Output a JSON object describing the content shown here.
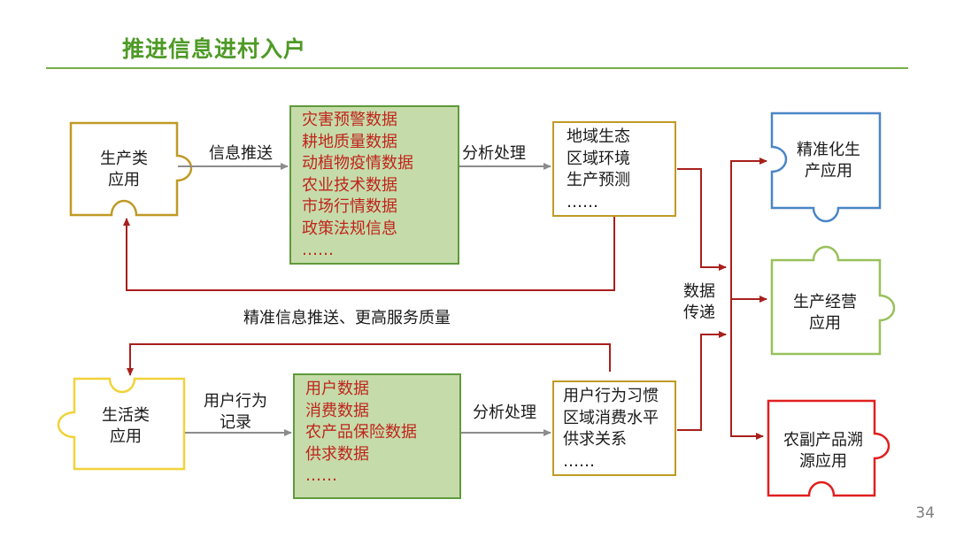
{
  "title": "推进信息进村入户",
  "page_number": "34",
  "top_flow": {
    "source": [
      "生产类",
      "应用"
    ],
    "push_label": "信息推送",
    "data_items": [
      "灾害预警数据",
      "耕地质量数据",
      "动植物疫情数据",
      "农业技术数据",
      "市场行情数据",
      "政策法规信息",
      "……"
    ],
    "process_label": "分析处理",
    "results": [
      "地域生态",
      "区域环境",
      "生产预测",
      "……"
    ],
    "feedback_label": "精准信息推送、更高服务质量"
  },
  "bottom_flow": {
    "source": [
      "生活类",
      "应用"
    ],
    "record_label": [
      "用户行为",
      "记录"
    ],
    "data_items": [
      "用户数据",
      "消费数据",
      "农产品保险数据",
      "供求数据",
      "……"
    ],
    "process_label": "分析处理",
    "results": [
      "用户行为习惯",
      "区域消费水平",
      "供求关系",
      "……"
    ]
  },
  "transfer_label": [
    "数据",
    "传递"
  ],
  "outputs": [
    {
      "lines": [
        "精准化生",
        "产应用"
      ],
      "color": "#4a86c6"
    },
    {
      "lines": [
        "生产经营",
        "应用"
      ],
      "color": "#98c15b"
    },
    {
      "lines": [
        "农副产品溯",
        "源应用"
      ],
      "color": "#e02020"
    }
  ],
  "colors": {
    "title_green": "#4e9a26",
    "source_gold": "#c09a26",
    "life_yellow": "#f2d23a",
    "data_red": "#c0241d",
    "arrow_gray": "#8c8c8c",
    "arrow_dark_red": "#a8201c"
  }
}
